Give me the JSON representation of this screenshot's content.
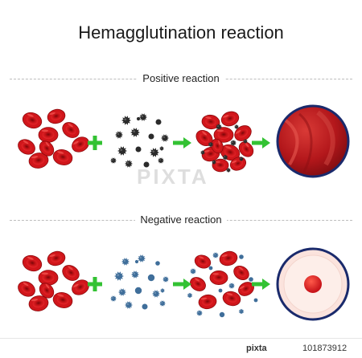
{
  "title": "Hemagglutination reaction",
  "positive": {
    "label": "Positive reaction"
  },
  "negative": {
    "label": "Negative reaction"
  },
  "watermark": "PIXTA",
  "footer": {
    "brand": "pixta",
    "image_id": "101873912"
  },
  "colors": {
    "rbc": "#d0161b",
    "rbc_dark": "#8e0a0d",
    "plus": "#33c233",
    "arrow": "#33c233",
    "agglutinin_positive": "#2b2b2b",
    "virus_negative": "#3f6e9a",
    "well_agglutinated": "#b3171b",
    "well_negative_fill": "#fbe3dd",
    "well_border": "#1a2a6c"
  },
  "icons": [
    "plus-icon",
    "arrow-right-icon",
    "red-blood-cell-icon",
    "virus-icon",
    "antibody-icon",
    "test-well-icon"
  ]
}
